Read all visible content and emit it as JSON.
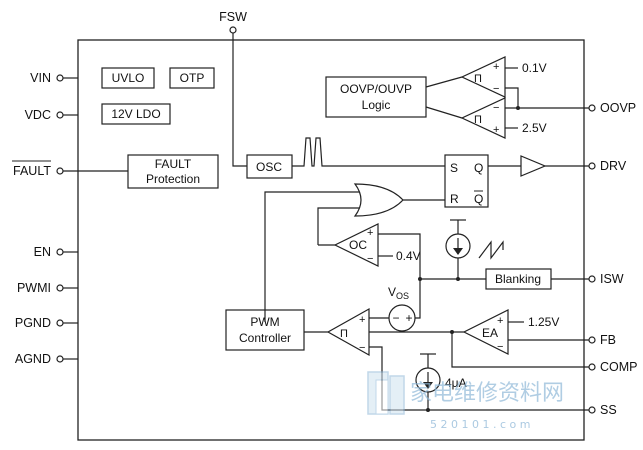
{
  "pins": {
    "left": [
      "VIN",
      "VDC",
      "FAULT",
      "EN",
      "PWMI",
      "PGND",
      "AGND"
    ],
    "right": [
      "OOVP",
      "DRV",
      "ISW",
      "FB",
      "COMP",
      "SS"
    ],
    "top": "FSW"
  },
  "blocks": {
    "uvlo": "UVLO",
    "otp": "OTP",
    "ldo": "12V LDO",
    "fault_line1": "FAULT",
    "fault_line2": "Protection",
    "oovp_line1": "OOVP/OUVP",
    "oovp_line2": "Logic",
    "osc": "OSC",
    "latch_s": "S",
    "latch_r": "R",
    "latch_q": "Q",
    "latch_qbar": "Q",
    "blanking": "Blanking",
    "pwm_line1": "PWM",
    "pwm_line2": "Controller"
  },
  "comparators": {
    "oc": "OC",
    "ea": "EA",
    "ovp_ref": "0.1V",
    "uvp_ref": "2.5V",
    "oc_ref": "0.4V",
    "ea_ref": "1.25V",
    "plus": "+",
    "minus": "−",
    "hyst": "Π"
  },
  "sources": {
    "vos": "V",
    "vos_sub": "OS",
    "ss_current": "4μA"
  },
  "watermark": {
    "logo": "家电维修资料网",
    "url": "5 2 0 1 0 1 . c o m"
  },
  "colors": {
    "line": "#222222",
    "watermark": "#8fb8d8"
  }
}
